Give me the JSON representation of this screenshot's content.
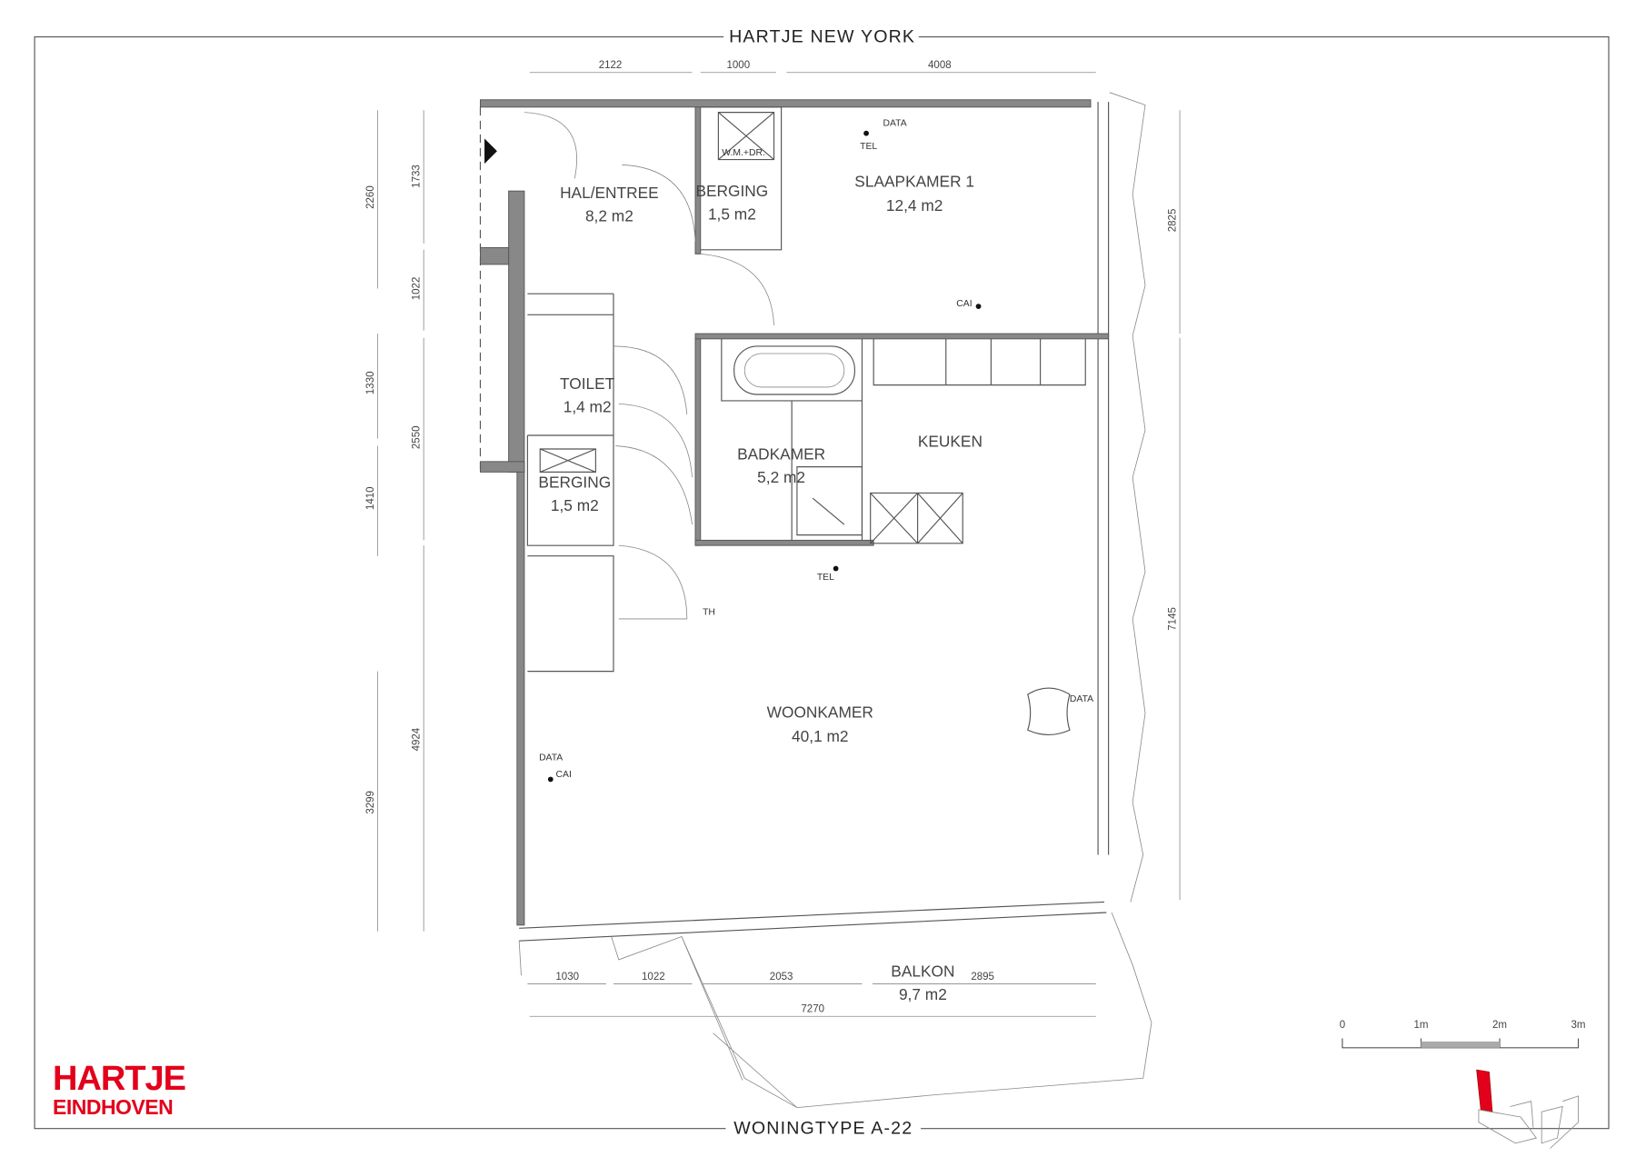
{
  "header": {
    "title": "HARTJE NEW YORK"
  },
  "footer": {
    "title": "WONINGTYPE A-22"
  },
  "logo": {
    "line1": "HARTJE",
    "line2": "EINDHOVEN"
  },
  "accent_color": "#e3001b",
  "rooms": [
    {
      "name": "HAL/ENTREE",
      "area": "8,2 m2"
    },
    {
      "name": "BERGING",
      "area": "1,5 m2"
    },
    {
      "name": "SLAAPKAMER 1",
      "area": "12,4 m2"
    },
    {
      "name": "TOILET",
      "area": "1,4 m2"
    },
    {
      "name": "BERGING",
      "area": "1,5 m2"
    },
    {
      "name": "BADKAMER",
      "area": "5,2 m2"
    },
    {
      "name": "KEUKEN"
    },
    {
      "name": "WOONKAMER",
      "area": "40,1 m2"
    },
    {
      "name": "BALKON",
      "area": "9,7 m2"
    }
  ],
  "annotations": {
    "wm": "W.M.+DR.",
    "data": "DATA",
    "tel": "TEL",
    "cai": "CAI",
    "th": "TH"
  },
  "dimensions": {
    "top": [
      "2122",
      "1000",
      "4008"
    ],
    "left_outer": [
      "2260",
      "1330",
      "1410",
      "3299"
    ],
    "left_inner": [
      "1733",
      "1022",
      "2550",
      "4924"
    ],
    "right": [
      "2825",
      "7145"
    ],
    "bottom": [
      "1030",
      "1022",
      "2053",
      "2895"
    ],
    "bottom_total": "7270"
  },
  "scale_bar": {
    "labels": [
      "0",
      "1m",
      "2m",
      "3m"
    ]
  }
}
